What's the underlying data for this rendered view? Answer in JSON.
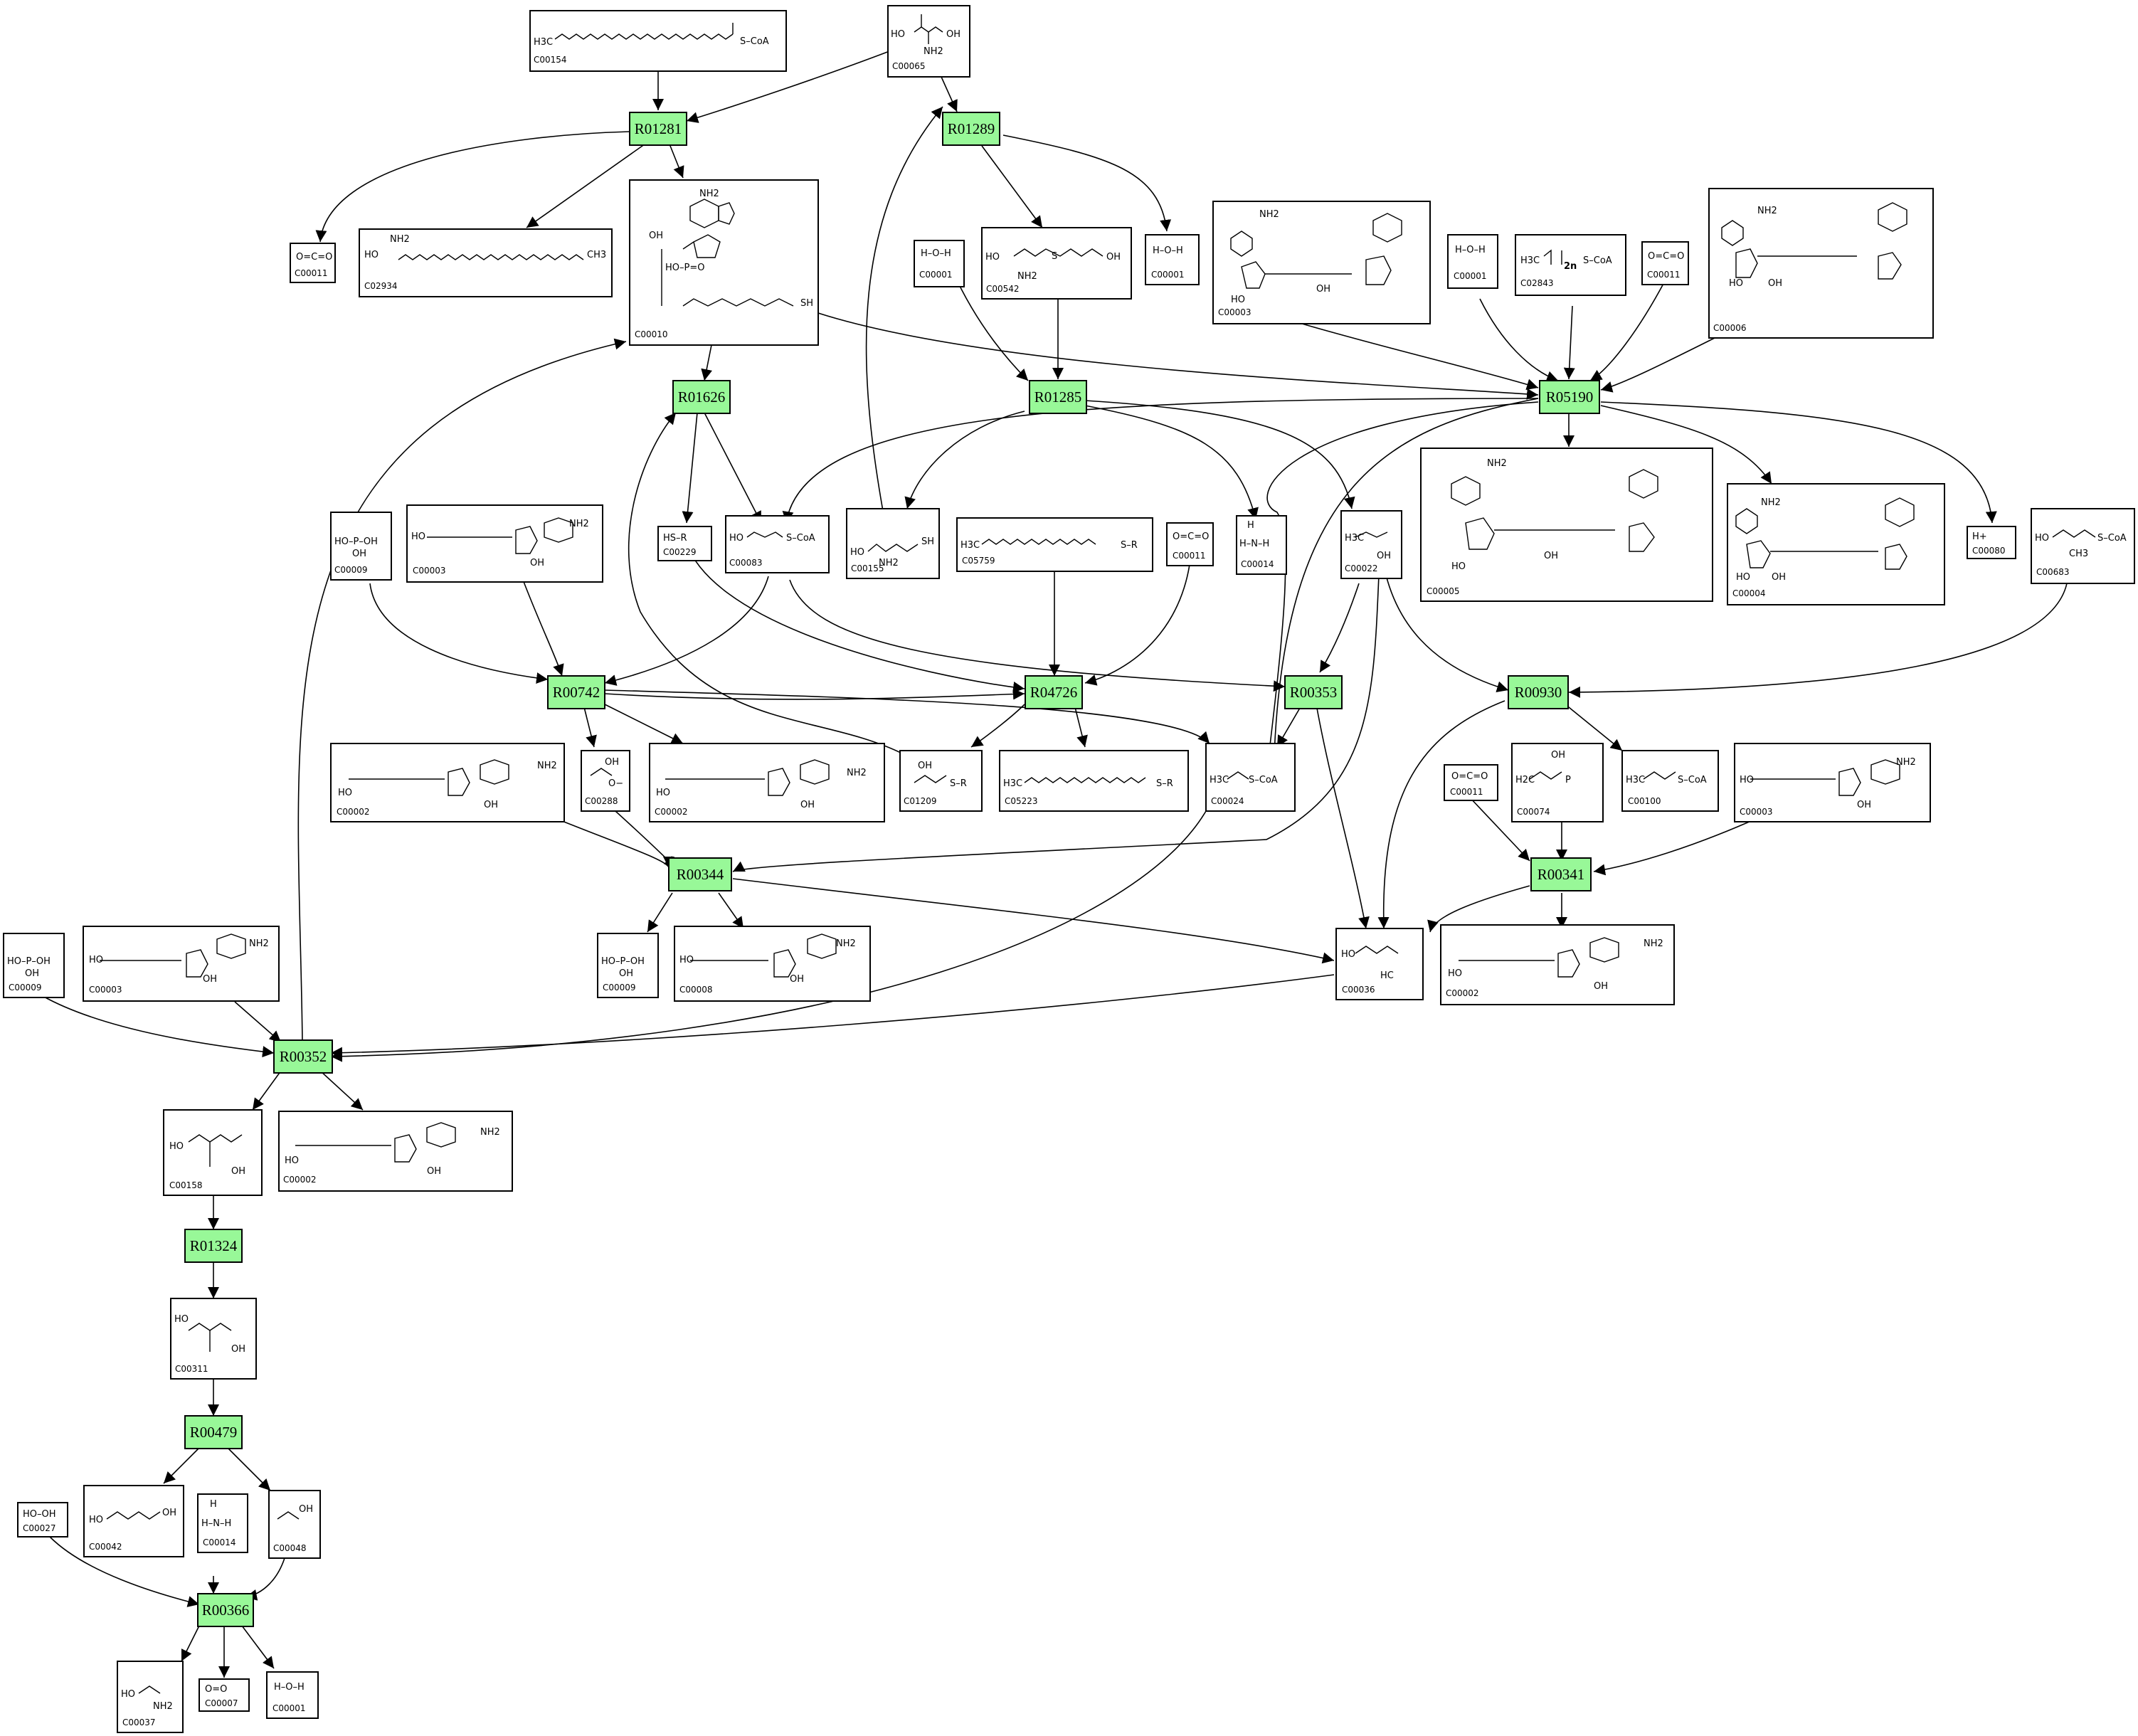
{
  "reactions": [
    "R01281",
    "R01289",
    "R01626",
    "R01285",
    "R05190",
    "R00742",
    "R04726",
    "R00353",
    "R00930",
    "R00344",
    "R00341",
    "R00352",
    "R01324",
    "R00479",
    "R00366"
  ],
  "compounds": [
    {
      "id": "C00154",
      "label": "C00154",
      "formula": [
        "H3C",
        "S–CoA"
      ]
    },
    {
      "id": "C00065",
      "label": "C00065",
      "formula": [
        "HO",
        "OH",
        "NH2"
      ]
    },
    {
      "id": "C00011a",
      "label": "C00011",
      "formula": [
        "O=C=O"
      ]
    },
    {
      "id": "C02934",
      "label": "C02934",
      "formula": [
        "HO",
        "NH2",
        "CH3"
      ]
    },
    {
      "id": "C00010",
      "label": "C00010",
      "formula": [
        "NH2",
        "OH",
        "HO–P=O",
        "SH"
      ]
    },
    {
      "id": "C00001a",
      "label": "C00001",
      "formula": [
        "H–O–H"
      ]
    },
    {
      "id": "C00542",
      "label": "C00542",
      "formula": [
        "HO",
        "NH2",
        "S",
        "OH"
      ]
    },
    {
      "id": "C00001b",
      "label": "C00001",
      "formula": [
        "H–O–H"
      ]
    },
    {
      "id": "C00003a",
      "label": "C00003",
      "formula": [
        "NH2",
        "OH",
        "HO"
      ]
    },
    {
      "id": "C00001c",
      "label": "C00001",
      "formula": [
        "H–O–H"
      ]
    },
    {
      "id": "C02843",
      "label": "C02843",
      "formula": [
        "H3C",
        "2n",
        "S–CoA"
      ]
    },
    {
      "id": "C00011b",
      "label": "C00011",
      "formula": [
        "O=C=O"
      ]
    },
    {
      "id": "C00006",
      "label": "C00006",
      "formula": [
        "NH2",
        "OH",
        "HO"
      ]
    },
    {
      "id": "C00009a",
      "label": "C00009",
      "formula": [
        "HO–P–OH",
        "OH"
      ]
    },
    {
      "id": "C00003b",
      "label": "C00003",
      "formula": [
        "NH2",
        "OH",
        "HO"
      ]
    },
    {
      "id": "C00229",
      "label": "C00229",
      "formula": [
        "HS–R"
      ]
    },
    {
      "id": "C00083",
      "label": "C00083",
      "formula": [
        "HO",
        "S–CoA"
      ]
    },
    {
      "id": "C00155",
      "label": "C00155",
      "formula": [
        "HO",
        "NH2",
        "SH"
      ]
    },
    {
      "id": "C05759",
      "label": "C05759",
      "formula": [
        "H3C",
        "S–R"
      ]
    },
    {
      "id": "C00011c",
      "label": "C00011",
      "formula": [
        "O=C=O"
      ]
    },
    {
      "id": "C00014a",
      "label": "C00014",
      "formula": [
        "H–N–H",
        "H"
      ]
    },
    {
      "id": "C00022",
      "label": "C00022",
      "formula": [
        "H3C",
        "OH"
      ]
    },
    {
      "id": "C00005",
      "label": "C00005",
      "formula": [
        "NH2",
        "OH",
        "HO"
      ]
    },
    {
      "id": "C00004",
      "label": "C00004",
      "formula": [
        "NH2",
        "OH",
        "HO"
      ]
    },
    {
      "id": "C00080",
      "label": "C00080",
      "formula": [
        "H+"
      ]
    },
    {
      "id": "C00683",
      "label": "C00683",
      "formula": [
        "HO",
        "CH3",
        "S–CoA"
      ]
    },
    {
      "id": "C00002a",
      "label": "C00002",
      "formula": [
        "HO",
        "NH2",
        "OH"
      ]
    },
    {
      "id": "C00288",
      "label": "C00288",
      "formula": [
        "OH",
        "O−"
      ]
    },
    {
      "id": "C00002b",
      "label": "C00002",
      "formula": [
        "HO",
        "NH2",
        "OH"
      ]
    },
    {
      "id": "C01209",
      "label": "C01209",
      "formula": [
        "OH",
        "S–R"
      ]
    },
    {
      "id": "C05223",
      "label": "C05223",
      "formula": [
        "H3C",
        "S–R"
      ]
    },
    {
      "id": "C00024",
      "label": "C00024",
      "formula": [
        "H3C",
        "S–CoA"
      ]
    },
    {
      "id": "C00011d",
      "label": "C00011",
      "formula": [
        "O=C=O"
      ]
    },
    {
      "id": "C00074",
      "label": "C00074",
      "formula": [
        "H2C",
        "OH",
        "P"
      ]
    },
    {
      "id": "C00100",
      "label": "C00100",
      "formula": [
        "H3C",
        "S–CoA"
      ]
    },
    {
      "id": "C00003c",
      "label": "C00003",
      "formula": [
        "NH2",
        "OH",
        "HO"
      ]
    },
    {
      "id": "C00009b",
      "label": "C00009",
      "formula": [
        "HO–P–OH",
        "OH"
      ]
    },
    {
      "id": "C00003d",
      "label": "C00003",
      "formula": [
        "NH2",
        "OH",
        "HO"
      ]
    },
    {
      "id": "C00009c",
      "label": "C00009",
      "formula": [
        "HO–P–OH",
        "OH"
      ]
    },
    {
      "id": "C00008",
      "label": "C00008",
      "formula": [
        "NH2",
        "OH",
        "HO"
      ]
    },
    {
      "id": "C00036",
      "label": "C00036",
      "formula": [
        "HO",
        "HC"
      ]
    },
    {
      "id": "C00002c",
      "label": "C00002",
      "formula": [
        "HO",
        "NH2",
        "OH"
      ]
    },
    {
      "id": "C00158",
      "label": "C00158",
      "formula": [
        "HO",
        "OH"
      ]
    },
    {
      "id": "C00002d",
      "label": "C00002",
      "formula": [
        "HO",
        "NH2",
        "OH"
      ]
    },
    {
      "id": "C00311",
      "label": "C00311",
      "formula": [
        "HO",
        "OH"
      ]
    },
    {
      "id": "C00027",
      "label": "C00027",
      "formula": [
        "HO–OH"
      ]
    },
    {
      "id": "C00042",
      "label": "C00042",
      "formula": [
        "HO",
        "OH"
      ]
    },
    {
      "id": "C00014b",
      "label": "C00014",
      "formula": [
        "H–N–H",
        "H"
      ]
    },
    {
      "id": "C00048",
      "label": "C00048",
      "formula": [
        "OH"
      ]
    },
    {
      "id": "C00037",
      "label": "C00037",
      "formula": [
        "HO",
        "NH2"
      ]
    },
    {
      "id": "C00007",
      "label": "C00007",
      "formula": [
        "O=O"
      ]
    },
    {
      "id": "C00001d",
      "label": "C00001",
      "formula": [
        "H–O–H"
      ]
    }
  ],
  "colors": {
    "reaction_fill": "#98f898",
    "stroke": "#000000",
    "background": "#ffffff"
  }
}
